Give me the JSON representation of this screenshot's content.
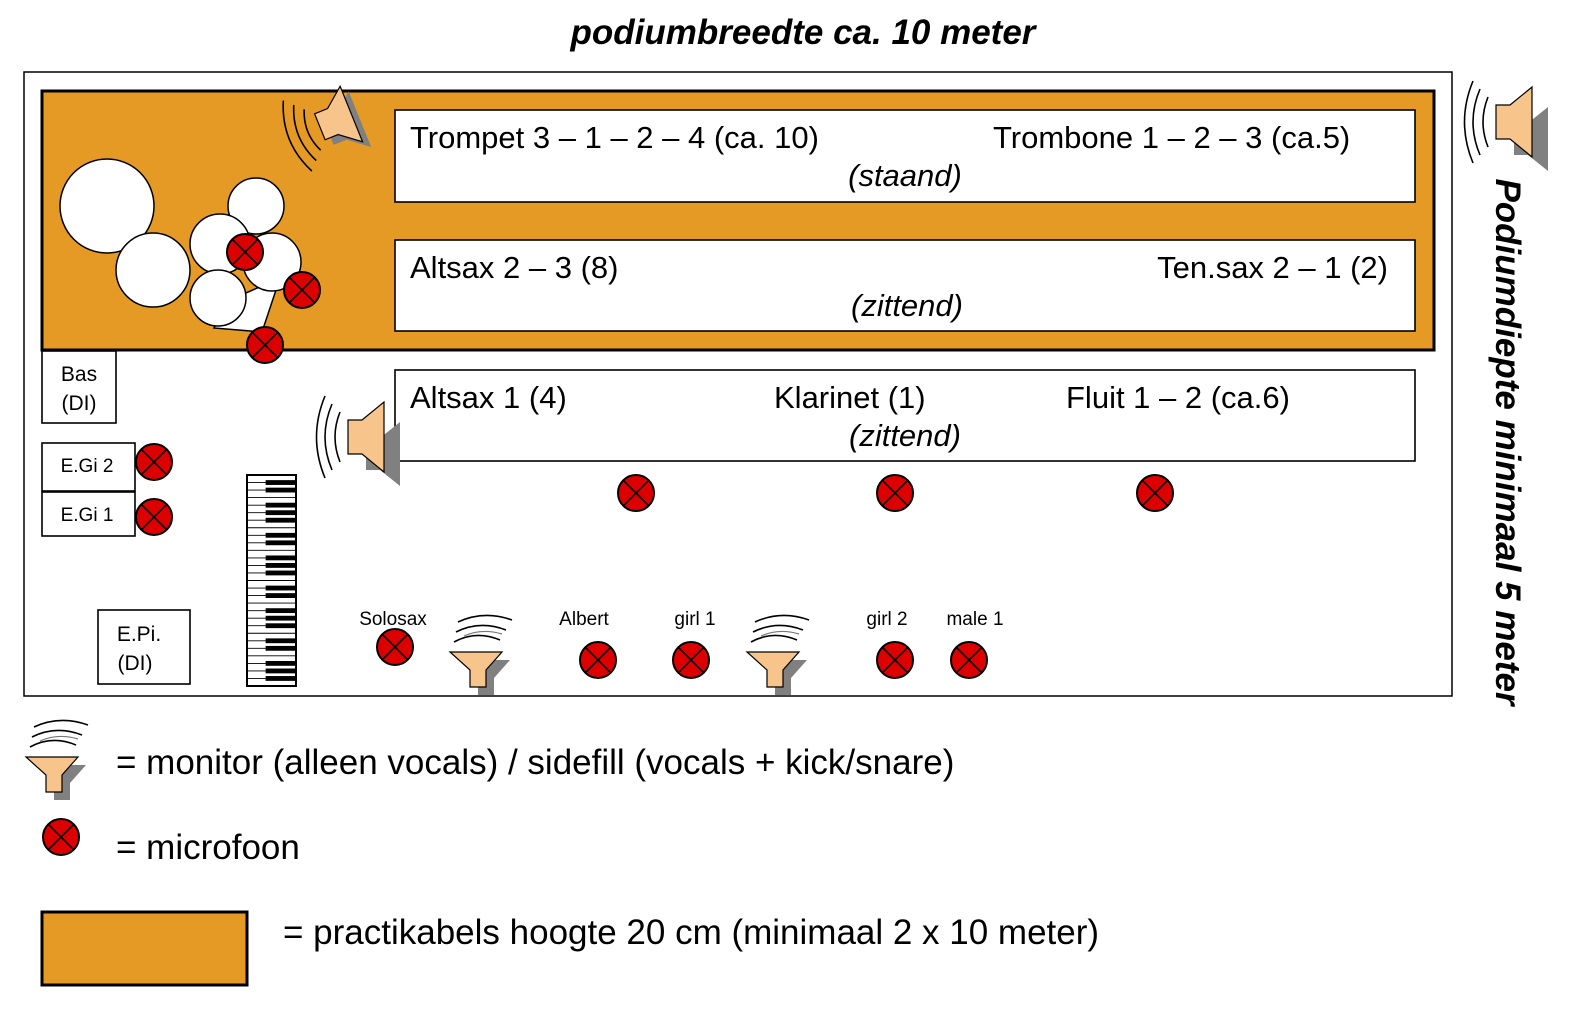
{
  "title": "podiumbreedte ca. 10 meter",
  "side_title": "Podiumdiepte minimaal 5 meter",
  "colors": {
    "practicable": "#e69a26",
    "microphone": "#dd0000",
    "monitor": "#f7c48c",
    "monitor_shadow": "#808080"
  },
  "rows": {
    "brass": {
      "left": "Trompet 3 – 1 – 2 – 4 (ca. 10)",
      "right": "Trombone 1 – 2 – 3 (ca.5)",
      "note": "(staand)"
    },
    "sax": {
      "left": "Altsax 2 – 3 (8)",
      "right": "Ten.sax 2 – 1 (2)",
      "note": "(zittend)"
    },
    "front": {
      "left": "Altsax 1 (4)",
      "middle": "Klarinet (1)",
      "right": "Fluit 1 – 2 (ca.6)",
      "note": "(zittend)"
    }
  },
  "boxes": {
    "bass_line1": "Bas",
    "bass_line2": "(DI)",
    "egi2": "E.Gi 2",
    "egi1": "E.Gi 1",
    "epi_line1": "E.Pi.",
    "epi_line2": "(DI)"
  },
  "vocalists": [
    "Solosax",
    "Albert",
    "girl 1",
    "girl 2",
    "male 1"
  ],
  "icons": [
    "drum-kit-icon",
    "piano-keyboard-icon",
    "microphone-icon",
    "monitor-speaker-icon"
  ],
  "legend": {
    "monitor": "= monitor (alleen vocals) / sidefill (vocals + kick/snare)",
    "microphone": "= microfoon",
    "practicable": "= practikabels hoogte 20 cm (minimaal 2 x 10 meter)"
  }
}
